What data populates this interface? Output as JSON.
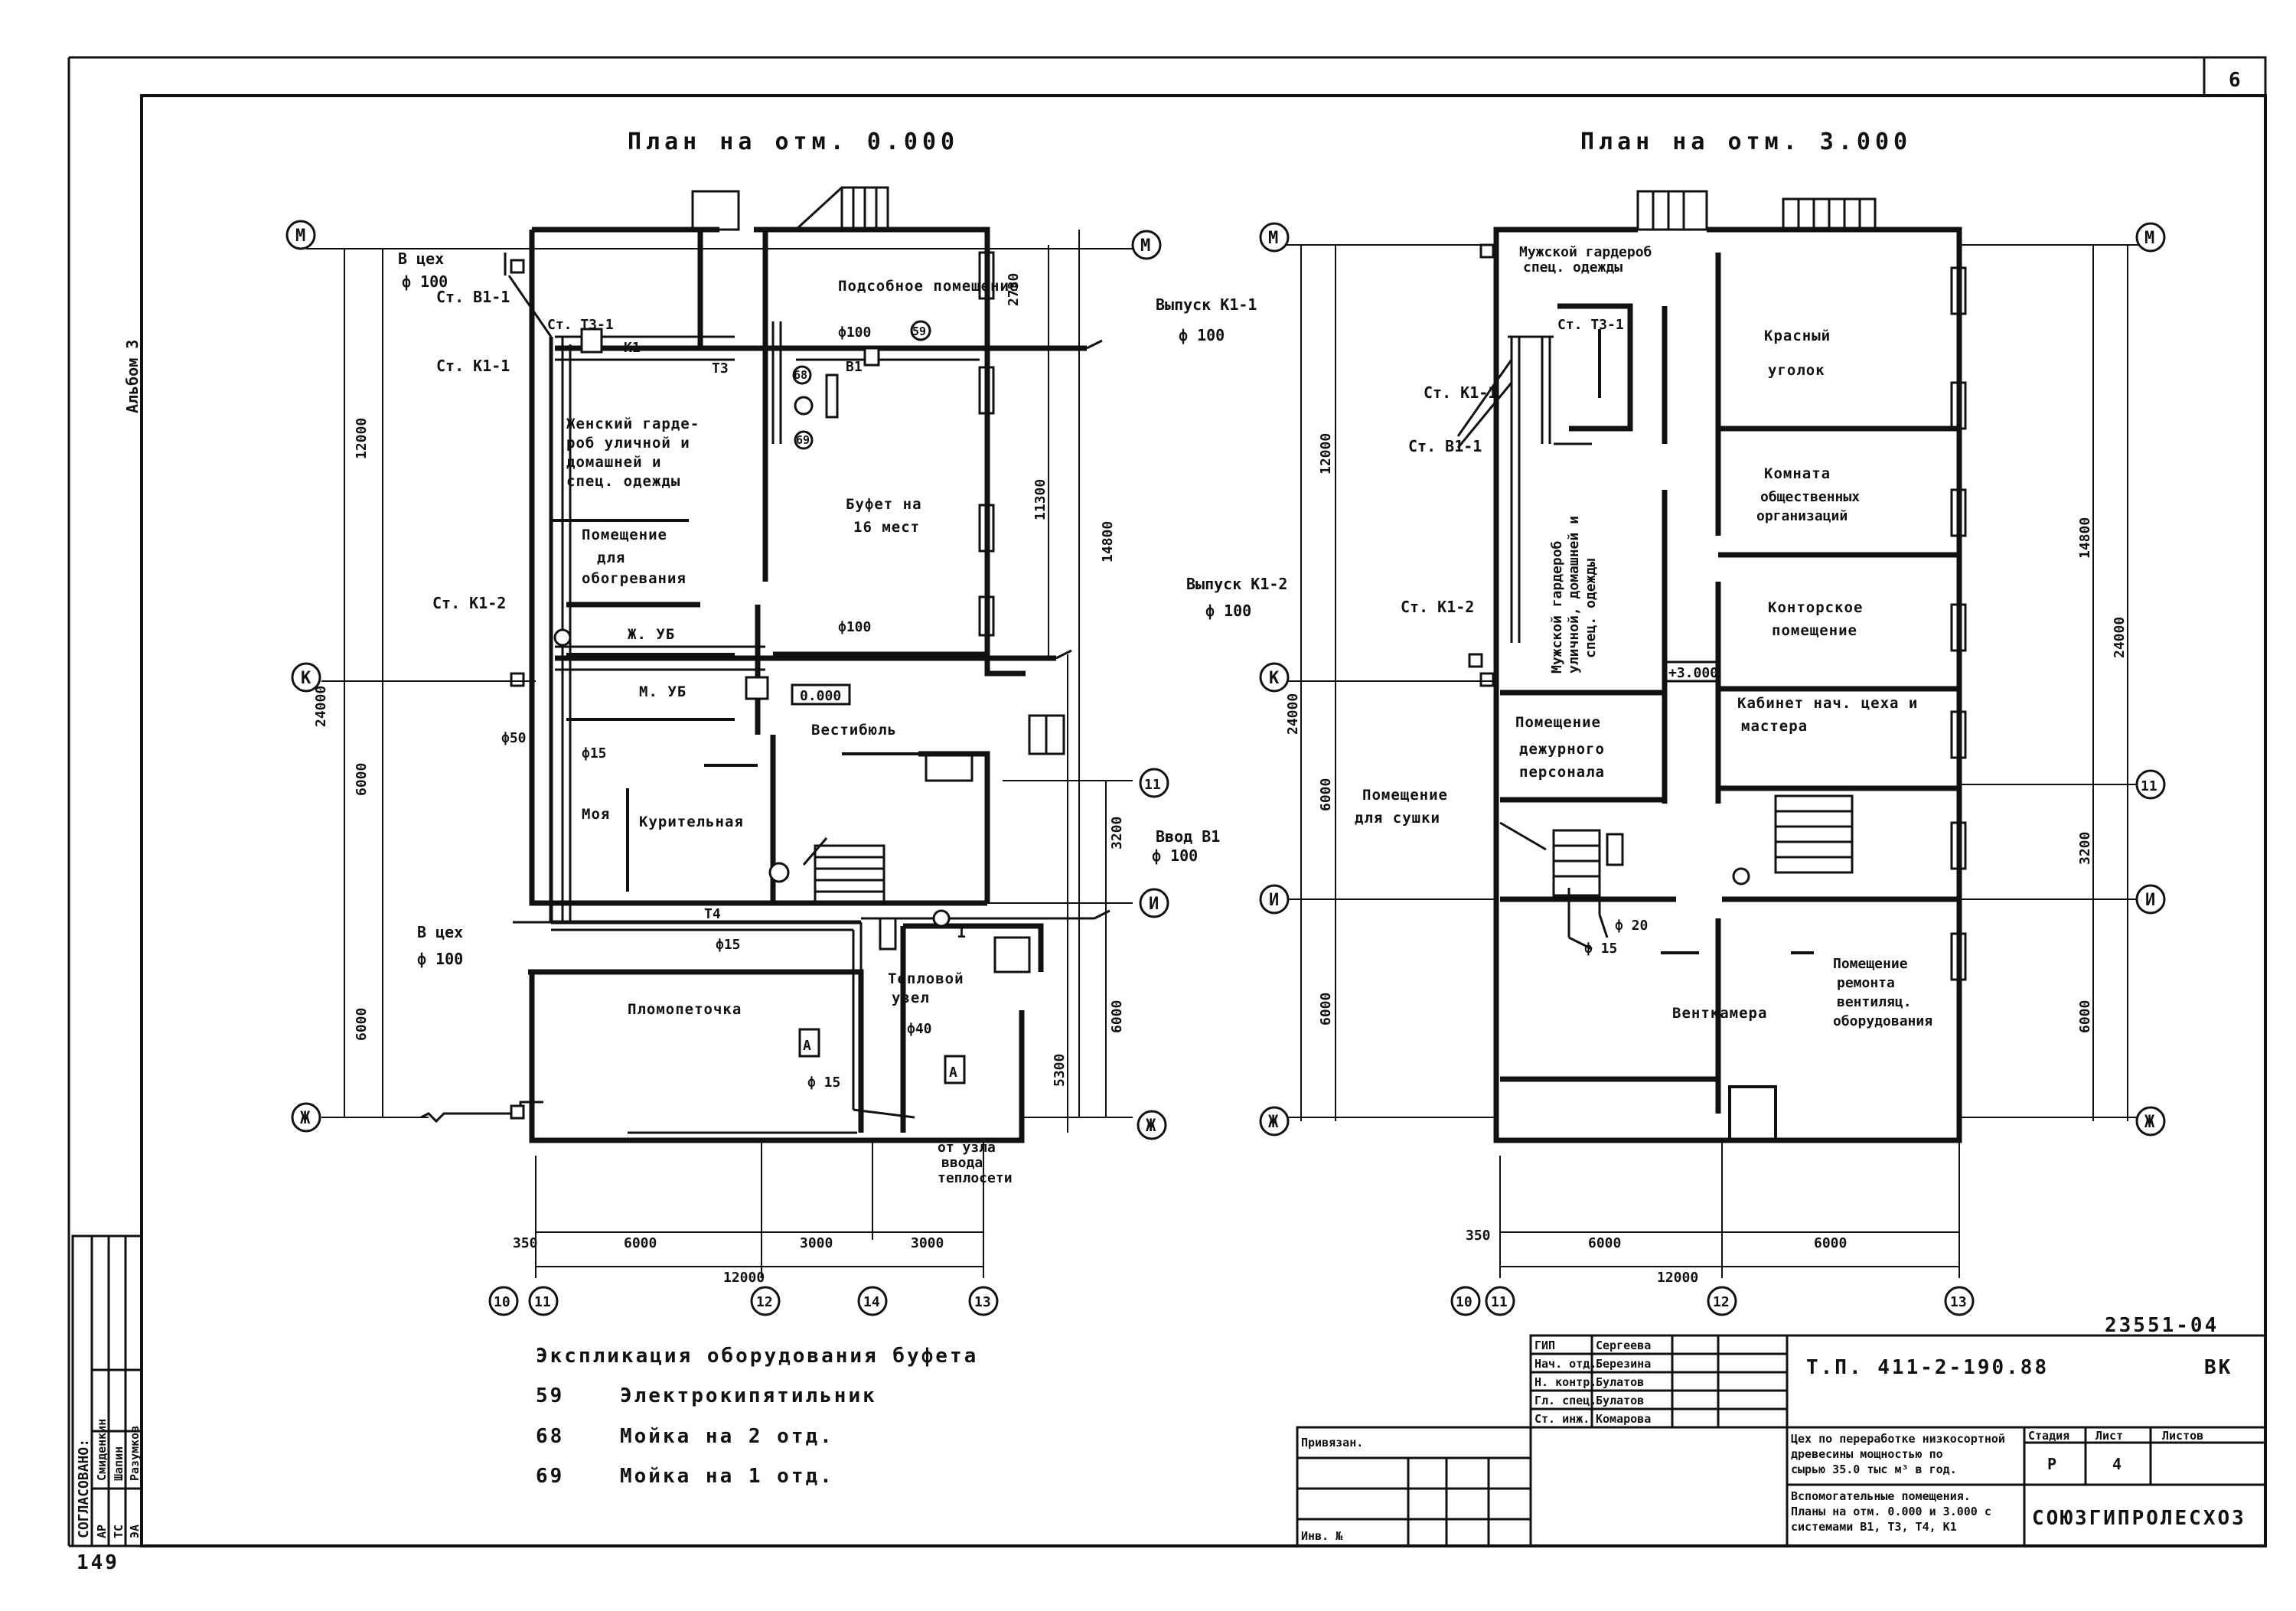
{
  "sheet": {
    "sheet_number": "6",
    "album": "Альбом 3",
    "page_number": "149",
    "archive_number": "23551-04"
  },
  "plan_left": {
    "title": "План на отм. 0.000",
    "rooms": {
      "aux_room": "Подсобное помещение",
      "women_wardrobe": [
        "Женский гарде-",
        "роб уличной и",
        "домашней и",
        "спец. одежды"
      ],
      "warming_room": [
        "Помещение",
        "для",
        "обогревания"
      ],
      "buffet": [
        "Буфет на",
        "16 мест"
      ],
      "w_wc": "Ж. УБ",
      "m_wc": "М. УБ",
      "vestibule": "Вестибюль",
      "wash": "Моя",
      "smoking": "Курительная",
      "laundry": "Пломопеточка",
      "heat_unit": [
        "Тепловой",
        "узел"
      ]
    },
    "labels": {
      "to_shop_top": "В цех",
      "d100_a": "ф 100",
      "st_b1_1": "Ст. В1-1",
      "st_t3_1": "Ст. Т3-1",
      "st_k1_1": "Ст. К1-1",
      "k1": "К1",
      "t3": "Т3",
      "b1": "В1",
      "t4": "Т4",
      "d100_aux": "ф100",
      "outlet_k1_1": "Выпуск К1-1",
      "d100_b": "ф 100",
      "st_k1_2": "Ст. К1-2",
      "d100_c": "ф100",
      "outlet_k1_2": "Выпуск К1-2",
      "d100_d": "ф 100",
      "d50": "ф50",
      "d15_a": "ф15",
      "level": "0.000",
      "input_b1": "Ввод В1",
      "d100_e": "ф 100",
      "to_shop_bottom": "В цех",
      "d100_f": "ф 100",
      "d15_b": "ф15",
      "d40": "ф40",
      "d15_c": "ф 15",
      "from_unit": [
        "от узла",
        "ввода",
        "теплосети"
      ],
      "mark_a": "А",
      "mark_59": "59",
      "mark_68": "68",
      "mark_69": "69",
      "mark_1": "1"
    },
    "dims": {
      "d12000_v": "12000",
      "d6000_v": "6000",
      "d6000_v2": "6000",
      "d24000_v": "24000",
      "d2730": "2730",
      "d11300": "11300",
      "d14800": "14800",
      "d3200": "3200",
      "d5300": "5300",
      "d6000_r": "6000",
      "d350": "350",
      "d6000_h": "6000",
      "d3000_a": "3000",
      "d3000_b": "3000",
      "d12000_h": "12000"
    },
    "axes": {
      "m": "М",
      "k": "К",
      "i": "И",
      "zh": "Ж",
      "n1": "11",
      "a10": "10",
      "a11": "11",
      "a12": "12",
      "a14": "14",
      "a13": "13"
    }
  },
  "plan_right": {
    "title": "План на отм. 3.000",
    "rooms": {
      "men_wardrobe_spec": [
        "Мужской гардероб",
        "спец. одежды"
      ],
      "red_corner": [
        "Красный",
        "уголок"
      ],
      "public_org": [
        "Комната",
        "общественных",
        "организаций"
      ],
      "men_wardrobe": [
        "Мужской гардероб",
        "уличной, домашней и",
        "спец. одежды"
      ],
      "office": [
        "Конторское",
        "помещение"
      ],
      "chief_office": [
        "Кабинет нач. цеха и",
        "мастера"
      ],
      "duty_room": [
        "Помещение",
        "дежурного",
        "персонала"
      ],
      "drying_room": [
        "Помещение",
        "для сушки"
      ],
      "vent_chamber": "Венткамера",
      "vent_repair": [
        "Помещение",
        "ремонта",
        "вентиляц.",
        "оборудования"
      ]
    },
    "labels": {
      "st_t3_1": "Ст. Т3-1",
      "st_k1_1": "Ст. К1-1",
      "st_b1_1": "Ст. В1-1",
      "st_k1_2": "Ст. К1-2",
      "level": "+3.000",
      "d20": "ф 20",
      "d15": "ф 15"
    },
    "dims": {
      "d12000_v": "12000",
      "d6000_v": "6000",
      "d6000_v2": "6000",
      "d24000_v": "24000",
      "d14800": "14800",
      "d24000_r": "24000",
      "d3200": "3200",
      "d6000_r": "6000",
      "d350": "350",
      "d6000_h": "6000",
      "d6000_h2": "6000",
      "d12000_h": "12000"
    },
    "axes": {
      "m": "М",
      "k": "К",
      "i": "И",
      "zh": "Ж",
      "n1": "11",
      "a10": "10",
      "a11": "11",
      "a12": "12",
      "a13": "13"
    }
  },
  "legend": {
    "title": "Экспликация оборудования буфета",
    "items": [
      {
        "num": "59",
        "text": "Электрокипятильник"
      },
      {
        "num": "68",
        "text": "Мойка на 2 отд."
      },
      {
        "num": "69",
        "text": "Мойка на 1 отд."
      }
    ]
  },
  "approval": {
    "title": "СОГЛАСОВАНО:",
    "rows": [
      {
        "dept": "АР",
        "name": "Смиденкин"
      },
      {
        "dept": "ТС",
        "name": "Шапин"
      },
      {
        "dept": "ЭА",
        "name": "Разумков"
      }
    ]
  },
  "title_block": {
    "signers": [
      {
        "role": "ГИП",
        "name": "Сергеева"
      },
      {
        "role": "Нач. отд.",
        "name": "Березина"
      },
      {
        "role": "Н. контр.",
        "name": "Булатов"
      },
      {
        "role": "Гл. спец.",
        "name": "Булатов"
      },
      {
        "role": "Ст. инж.",
        "name": "Комарова"
      }
    ],
    "project_code": "Т.П. 411-2-190.88",
    "mark": "ВК",
    "project_name": [
      "Цех по переработке низкосортной",
      "древесины мощностью по",
      "сырью 35.0 тыс м³ в год."
    ],
    "sheet_name": [
      "Вспомогательные помещения.",
      "Планы на отм. 0.000 и 3.000 с",
      "системами В1, Т3, Т4, К1"
    ],
    "stage_label": "Стадия",
    "sheet_label": "Лист",
    "sheets_label": "Листов",
    "stage": "Р",
    "sheet": "4",
    "org": "СОЮЗГИПРОЛЕСХОЗ",
    "privyazan": "Привязан.",
    "inv_no": "Инв. №"
  }
}
